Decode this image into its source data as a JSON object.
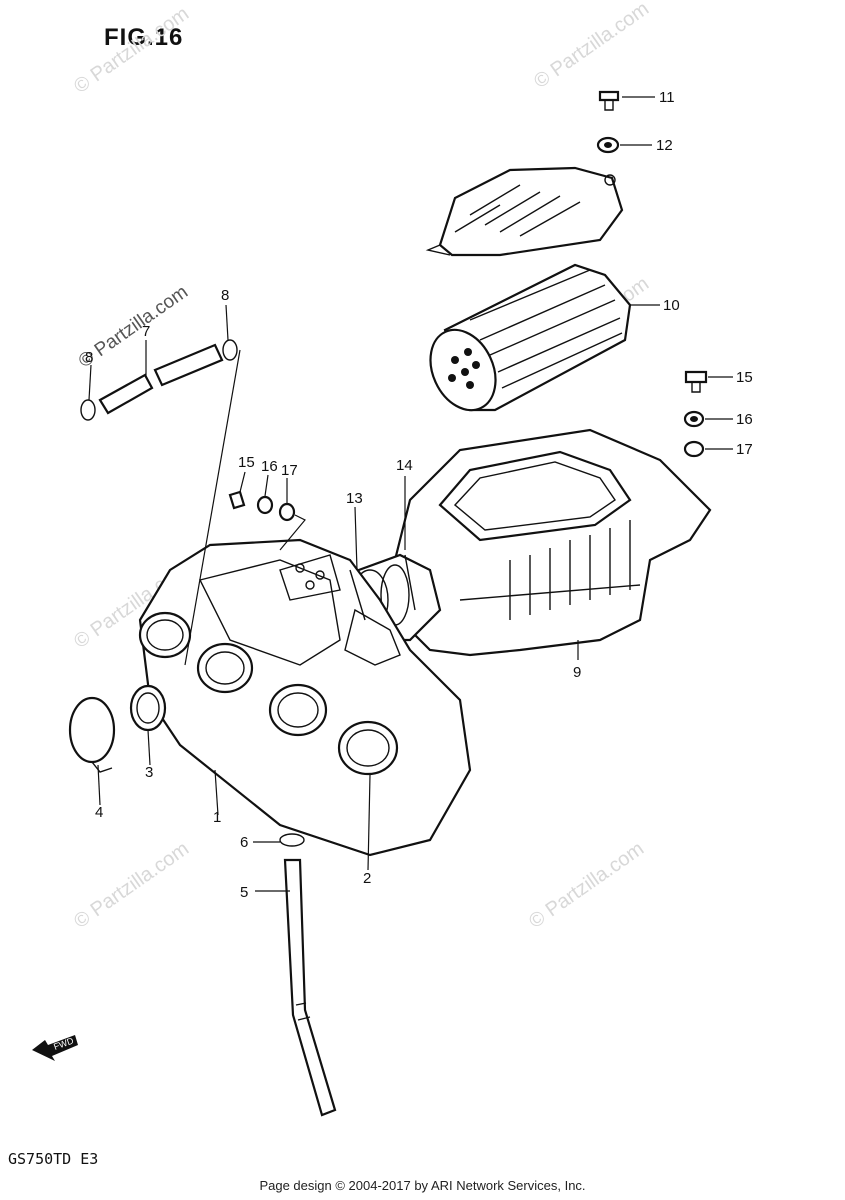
{
  "figure": {
    "title": "FIG.16",
    "model": "GS750TD  E3"
  },
  "footer": "Page design © 2004-2017 by ARI Network Services, Inc.",
  "watermark": "© Partzilla.com",
  "fwd_marker": "FWD",
  "callouts": [
    "1",
    "2",
    "3",
    "4",
    "5",
    "6",
    "7",
    "8",
    "8",
    "9",
    "10",
    "11",
    "12",
    "13",
    "14",
    "15",
    "16",
    "17",
    "15",
    "16",
    "17"
  ],
  "colors": {
    "ink": "#111111",
    "watermark": "#d8d8d8"
  }
}
